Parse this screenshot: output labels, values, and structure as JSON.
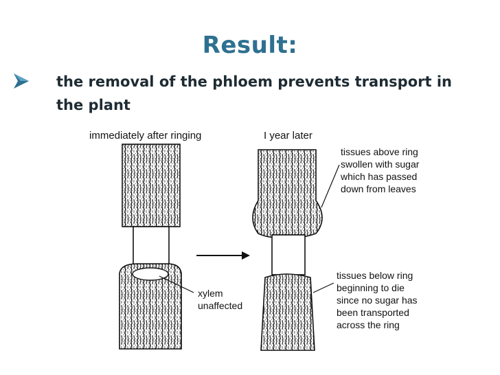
{
  "slide": {
    "title": "Result:",
    "bullet_icon": "arrow-bullet-icon",
    "bullet_text": "the removal of the phloem prevents transport in the plant",
    "accent_color": "#2e7090"
  },
  "figure": {
    "label_before": "immediately after ringing",
    "label_after": "I year later",
    "label_xylem_line1": "xylem",
    "label_xylem_line2": "unaffected",
    "label_above_line1": "tissues above ring",
    "label_above_line2": "swollen with sugar",
    "label_above_line3": "which has passed",
    "label_above_line4": "down from leaves",
    "label_below_line1": "tissues below ring",
    "label_below_line2": "beginning to die",
    "label_below_line3": "since no sugar has",
    "label_below_line4": "been transported",
    "label_below_line5": "across the ring"
  }
}
